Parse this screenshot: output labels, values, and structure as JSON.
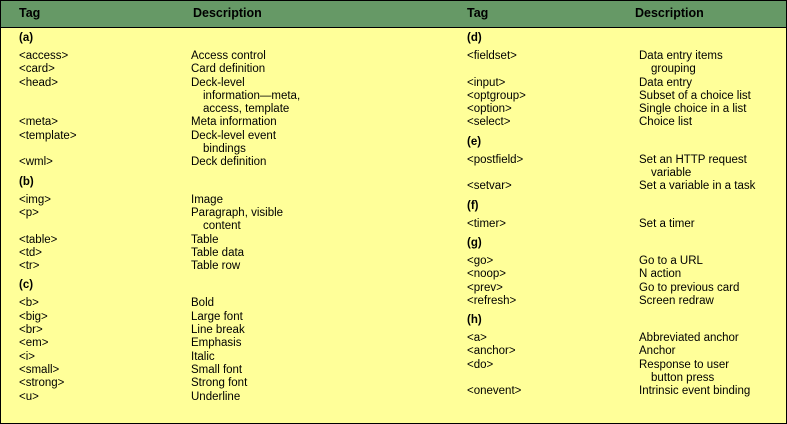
{
  "headers": {
    "left_tag": "Tag",
    "left_desc": "Description",
    "right_tag": "Tag",
    "right_desc": "Description"
  },
  "left_sections": [
    {
      "label": "(a)",
      "rows": [
        {
          "tag": "<access>",
          "desc": [
            "Access control"
          ]
        },
        {
          "tag": "<card>",
          "desc": [
            "Card definition"
          ]
        },
        {
          "tag": "<head>",
          "desc": [
            "Deck-level",
            "information—meta,",
            "access, template"
          ]
        },
        {
          "tag": "<meta>",
          "desc": [
            "Meta information"
          ]
        },
        {
          "tag": "<template>",
          "desc": [
            "Deck-level event",
            "bindings"
          ]
        },
        {
          "tag": "<wml>",
          "desc": [
            "Deck definition"
          ]
        }
      ]
    },
    {
      "label": "(b)",
      "rows": [
        {
          "tag": "<img>",
          "desc": [
            "Image"
          ]
        },
        {
          "tag": "<p>",
          "desc": [
            "Paragraph, visible",
            "content"
          ]
        },
        {
          "tag": "<table>",
          "desc": [
            "Table"
          ]
        },
        {
          "tag": "<td>",
          "desc": [
            "Table data"
          ]
        },
        {
          "tag": "<tr>",
          "desc": [
            "Table row"
          ]
        }
      ]
    },
    {
      "label": "(c)",
      "rows": [
        {
          "tag": "<b>",
          "desc": [
            "Bold"
          ]
        },
        {
          "tag": "<big>",
          "desc": [
            "Large font"
          ]
        },
        {
          "tag": "<br>",
          "desc": [
            "Line break"
          ]
        },
        {
          "tag": "<em>",
          "desc": [
            "Emphasis"
          ]
        },
        {
          "tag": "<i>",
          "desc": [
            "Italic"
          ]
        },
        {
          "tag": "<small>",
          "desc": [
            "Small font"
          ]
        },
        {
          "tag": "<strong>",
          "desc": [
            "Strong font"
          ]
        },
        {
          "tag": "<u>",
          "desc": [
            "Underline"
          ]
        }
      ]
    }
  ],
  "right_sections": [
    {
      "label": "(d)",
      "rows": [
        {
          "tag": "<fieldset>",
          "desc": [
            "Data entry items",
            "grouping"
          ]
        },
        {
          "tag": "<input>",
          "desc": [
            "Data entry"
          ]
        },
        {
          "tag": "<optgroup>",
          "desc": [
            "Subset of a choice list"
          ]
        },
        {
          "tag": "<option>",
          "desc": [
            "Single choice in a list"
          ]
        },
        {
          "tag": "<select>",
          "desc": [
            "Choice list"
          ]
        }
      ]
    },
    {
      "label": "(e)",
      "rows": [
        {
          "tag": "<postfield>",
          "desc": [
            "Set an HTTP request",
            "variable"
          ]
        },
        {
          "tag": "<setvar>",
          "desc": [
            "Set a variable in a task"
          ]
        }
      ]
    },
    {
      "label": "(f)",
      "rows": [
        {
          "tag": "<timer>",
          "desc": [
            "Set a timer"
          ]
        }
      ]
    },
    {
      "label": "(g)",
      "rows": [
        {
          "tag": "<go>",
          "desc": [
            "Go to a URL"
          ]
        },
        {
          "tag": "<noop>",
          "desc": [
            "N action"
          ]
        },
        {
          "tag": "<prev>",
          "desc": [
            "Go to previous card"
          ]
        },
        {
          "tag": "<refresh>",
          "desc": [
            "Screen redraw"
          ]
        }
      ]
    },
    {
      "label": "(h)",
      "rows": [
        {
          "tag": "<a>",
          "desc": [
            "Abbreviated anchor"
          ]
        },
        {
          "tag": "<anchor>",
          "desc": [
            "Anchor"
          ]
        },
        {
          "tag": "<do>",
          "desc": [
            "Response to user",
            "button press"
          ]
        },
        {
          "tag": "<onevent>",
          "desc": [
            "Intrinsic event binding"
          ]
        }
      ]
    }
  ]
}
